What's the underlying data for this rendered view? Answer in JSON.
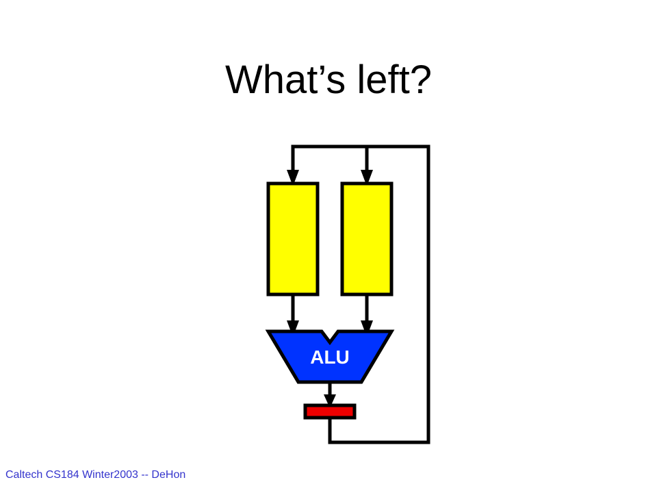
{
  "slide": {
    "title": "What’s left?",
    "footer": "Caltech CS184 Winter2003 -- DeHon"
  },
  "diagram": {
    "alu_label": "ALU",
    "colors": {
      "register": "#ffff00",
      "alu": "#0033ff",
      "alu_text": "#ffffff",
      "output_register": "#ee0000",
      "wire": "#000000",
      "footer_text": "#3333cc"
    }
  }
}
